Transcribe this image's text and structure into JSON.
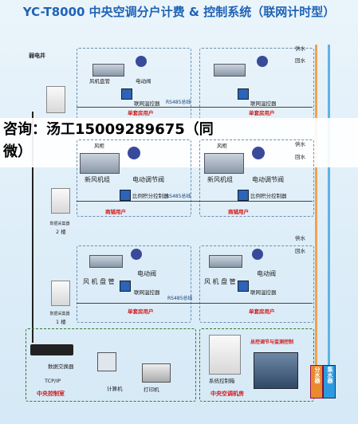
{
  "title": "YC-T8000 中央空调分户计费 & 控制系统（联网计时型）",
  "ad_text_line1": "咨询：汤工15009289675（同",
  "ad_text_line2": "微）",
  "labels": {
    "weak_shaft": "弱电井",
    "fan_coil": "风机盘管",
    "fan_coil_spaced": "风 机 盘 管",
    "electric_valve_1": "电动阀",
    "electric_valve_2": "电动阀",
    "networked_thermostat": "联网温控器",
    "single_user_1": "单套房用户",
    "single_user_2": "单套房用户",
    "single_user_3": "单套房用户",
    "single_user_4": "单套房用户",
    "rs485_bus_1": "RS485总线",
    "rs485_bus_2": "RS485总线",
    "rs485_bus_3": "RS485总线",
    "air_unit": "风柜",
    "new_air_unit": "新风机组",
    "electric_control_valve": "电动调节阀",
    "proportional_controller": "比例积分控制器",
    "shop_user_1": "商铺用户",
    "shop_user_2": "商铺用户",
    "data_collector_2f": "数据采集器",
    "floor_2": "2 楼",
    "data_collector_1f": "数据采集器",
    "floor_1": "1 楼",
    "supply_water": "供水",
    "return_water": "回水",
    "data_switch": "数据交换器",
    "tcp_ip": "TCP/IP",
    "computer": "计算机",
    "printer": "打印机",
    "central_control_room": "中央控制室",
    "system_cabinet": "系统控制箱",
    "central_ac_room": "中央空调机房",
    "chiller_monitor": "总控调节与监测控制",
    "water_divider": "分水器",
    "water_collector": "集水器"
  }
}
